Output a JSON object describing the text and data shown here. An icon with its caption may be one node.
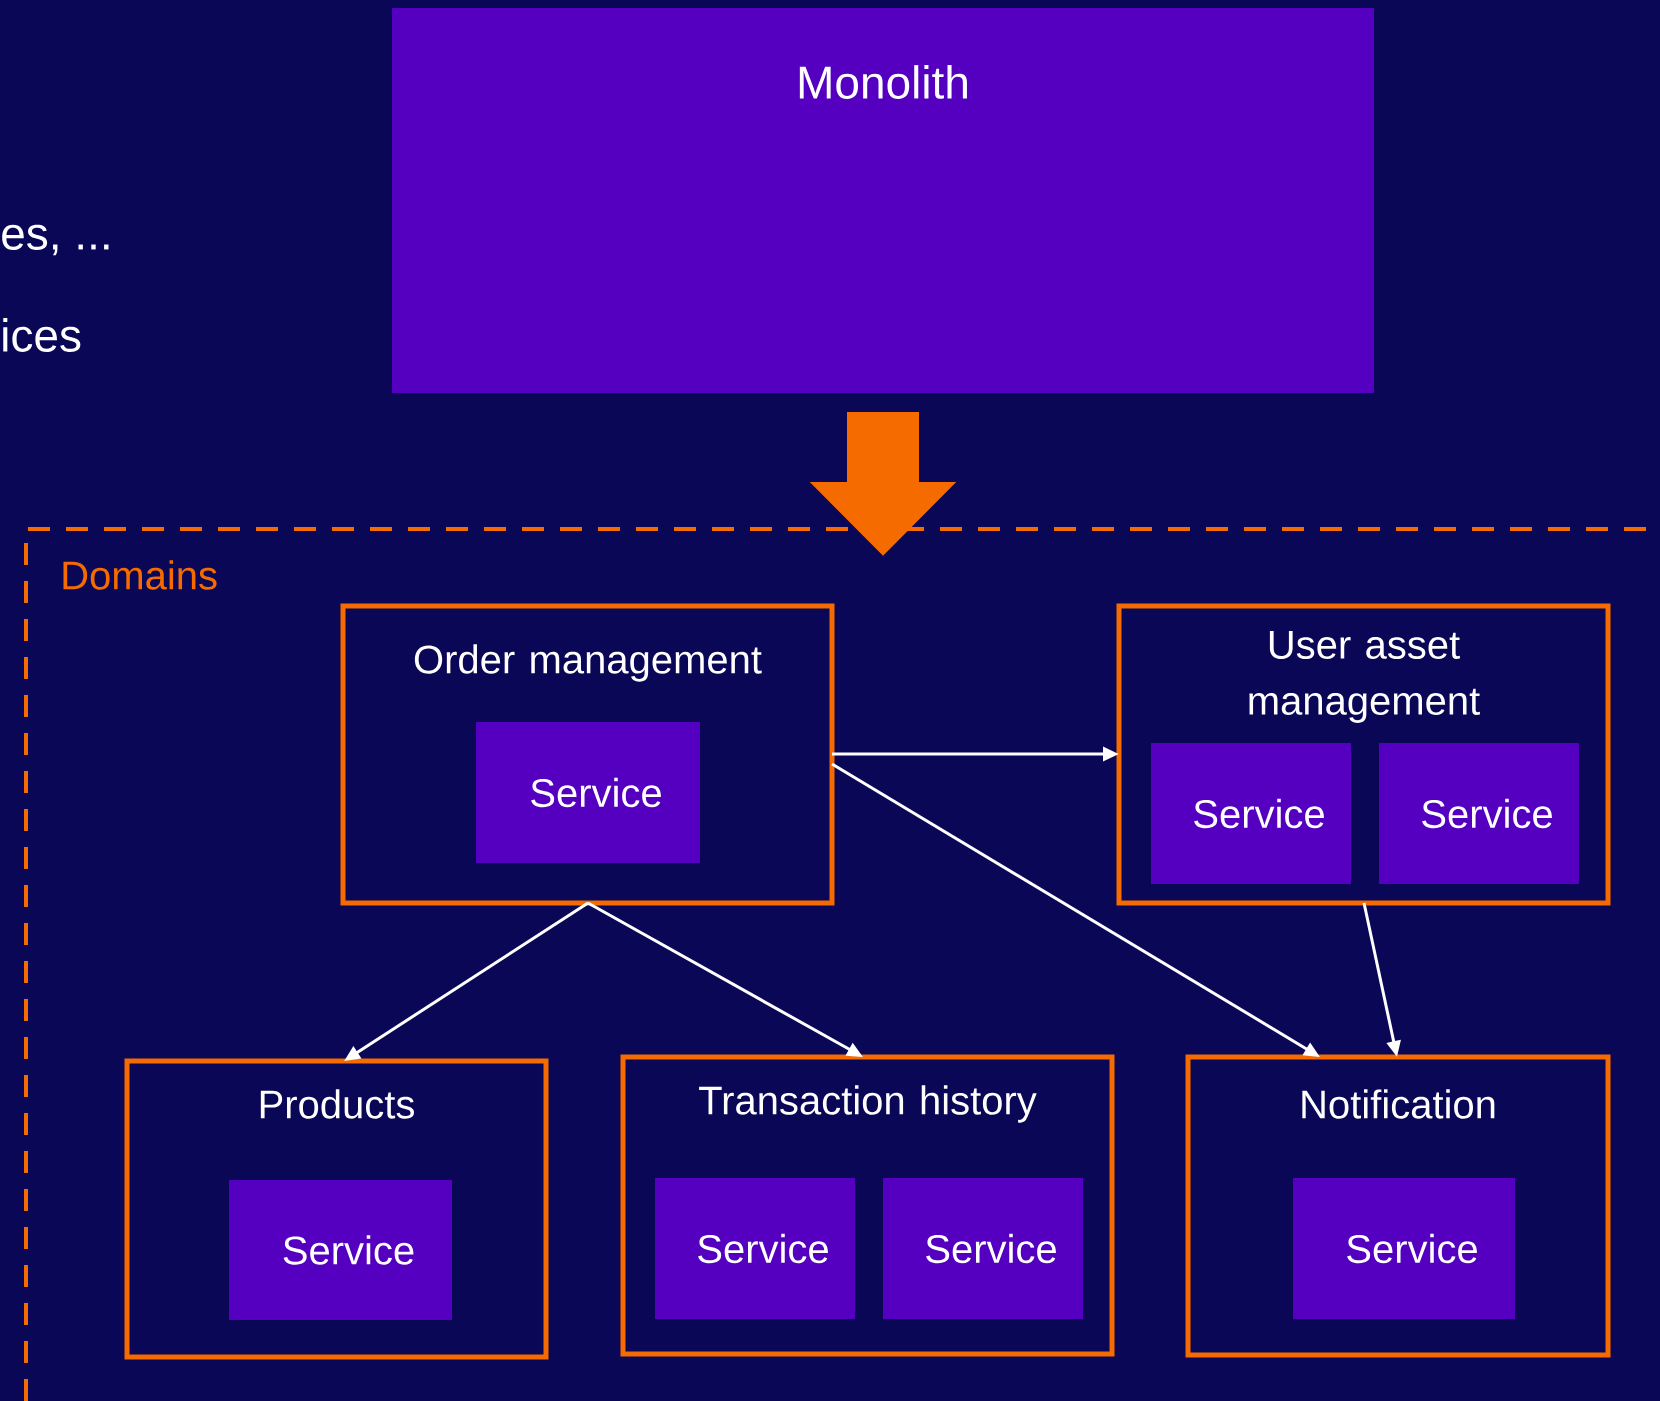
{
  "diagram": {
    "nodes": [
      {
        "text": [
          "Monolith"
        ]
      },
      {
        "text": [
          "Domains"
        ]
      },
      {
        "text": [
          "Order management"
        ],
        "in": 1
      },
      {
        "text": [
          "Service"
        ],
        "in": 2
      },
      {
        "text": [
          "User asset management"
        ],
        "in": 1
      },
      {
        "text": [
          "Service"
        ],
        "in": 4
      },
      {
        "text": [
          "Service"
        ],
        "in": 4
      },
      {
        "text": [
          "Products"
        ],
        "in": 1
      },
      {
        "text": [
          "Service"
        ],
        "in": 7
      },
      {
        "text": [
          "Transaction history"
        ],
        "in": 1
      },
      {
        "text": [
          "Service"
        ],
        "in": 9
      },
      {
        "text": [
          "Service"
        ],
        "in": 9
      },
      {
        "text": [
          "Notification"
        ],
        "in": 1
      },
      {
        "text": [
          "Service"
        ],
        "in": 12
      }
    ],
    "edges": [
      {
        "from": 0,
        "to": 1,
        "arrow": "to",
        "style": "thick",
        "color": "#f56b00"
      },
      {
        "from": 2,
        "to": 4,
        "arrow": "to"
      },
      {
        "from": 2,
        "to": 12,
        "arrow": "to"
      },
      {
        "from": 2,
        "to": 7,
        "arrow": "to"
      },
      {
        "from": 2,
        "to": 9,
        "arrow": "to"
      },
      {
        "from": 4,
        "to": 12,
        "arrow": "to"
      }
    ],
    "labels": [
      "es, ...",
      "ices"
    ]
  }
}
